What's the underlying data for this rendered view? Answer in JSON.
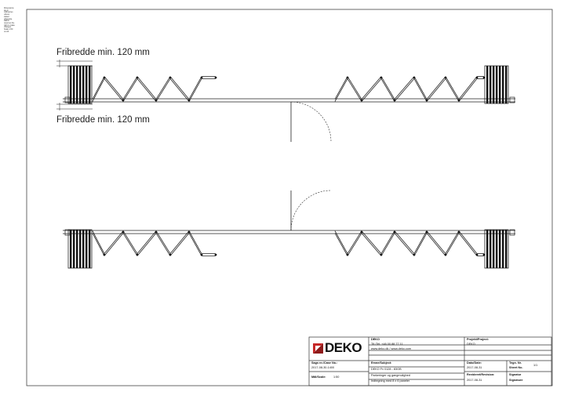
{
  "side_note": [
    "Dimensions are in millimetres unless stated otherwise.",
    "DEKO reserves the right to make changes.",
    "Scale 1:50 on A3."
  ],
  "annotations": {
    "clearance_top": "Fribredde min. 120 mm",
    "clearance_bottom": "Fribredde min. 120 mm"
  },
  "title_block": {
    "company": {
      "logo_text": "DEKO",
      "name": "DEKO",
      "phone_line": "Tlf./Tel: +46 00 88 77 11",
      "web_line": "www.deko.dk / www.deko.com"
    },
    "project": {
      "label": "Projekt/Project:",
      "value": "DEKO"
    },
    "case": {
      "label": "Sags nr./Case No.:",
      "value": "2017-08-30-1400"
    },
    "subject": {
      "label": "Emne/Subject:",
      "line1": "DEKO Fv 0128 - 83GB",
      "line2": "Parkeringer og gangmulighed",
      "line3": "Indtegning med 8 x 6 paneler"
    },
    "date": {
      "label": "Dato/Date:",
      "value": "2017-08-31"
    },
    "sheet": {
      "label": "Tegn. Nr.",
      "label2": "Sheet No.",
      "value": "1/1"
    },
    "scale": {
      "label": "Mål/Scale:",
      "value": "1:50"
    },
    "revision": {
      "label": "Revideret/Revision:",
      "value": "2017-08-31"
    },
    "signature": {
      "label": "Signatur",
      "label2": "Signature"
    }
  }
}
